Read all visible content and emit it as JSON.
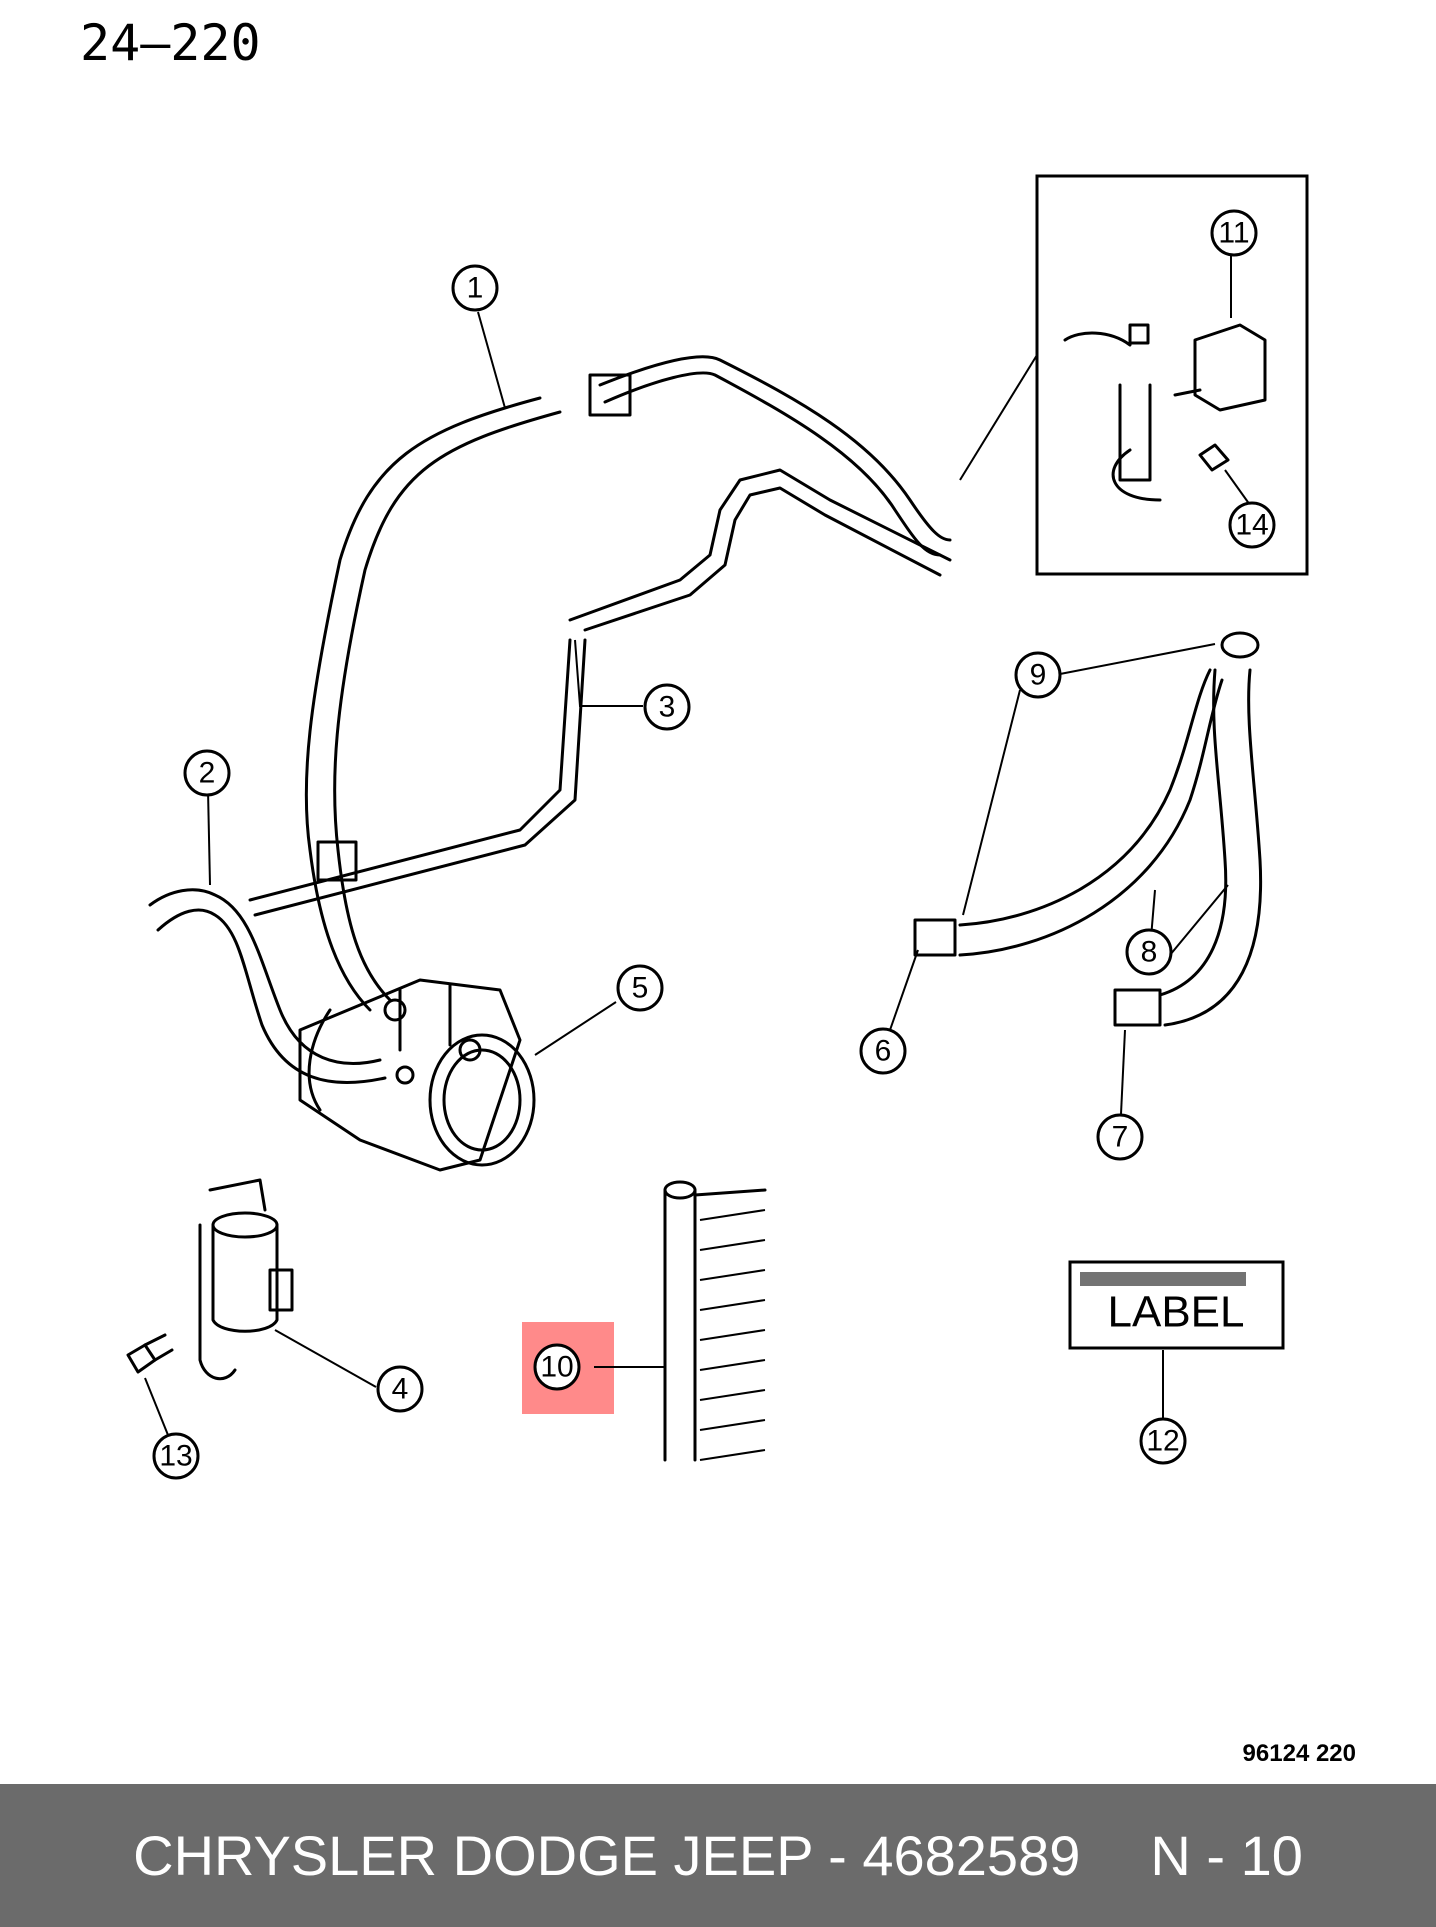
{
  "page_number": "24–220",
  "drawing_code": "96124  220",
  "callouts": {
    "c1": "1",
    "c2": "2",
    "c3": "3",
    "c4": "4",
    "c5": "5",
    "c6": "6",
    "c7": "7",
    "c8": "8",
    "c9": "9",
    "c10": "10",
    "c11": "11",
    "c12": "12",
    "c13": "13",
    "c14": "14"
  },
  "label_plate": "LABEL",
  "highlight_color": "#ff8a8a",
  "footer": {
    "title": "CHRYSLER DODGE JEEP - 4682589",
    "code": "N - 10"
  }
}
